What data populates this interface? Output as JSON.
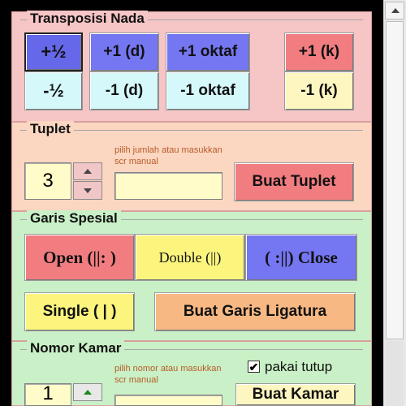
{
  "transposisi": {
    "title": "Transposisi Nada",
    "up_half": "+½",
    "up_whole": "+1 (d)",
    "up_octave": "+1 oktaf",
    "up_k": "+1 (k)",
    "down_half": "-½",
    "down_whole": "-1 (d)",
    "down_octave": "-1 oktaf",
    "down_k": "-1 (k)"
  },
  "tuplet": {
    "title": "Tuplet",
    "value": "3",
    "hint": "pilih jumlah atau masukkan scr manual",
    "manual_value": "",
    "create_button": "Buat Tuplet"
  },
  "garis": {
    "title": "Garis Spesial",
    "open": "Open (||: )",
    "double": "Double (||)",
    "close": "( :||) Close",
    "single": "Single ( | )",
    "ligatura": "Buat Garis Ligatura"
  },
  "kamar": {
    "title": "Nomor Kamar",
    "hint": "pilih nomor atau masukkan scr manual",
    "value": "1",
    "checkbox_label": "pakai tutup",
    "checkbox_checked": true,
    "create_button": "Buat Kamar"
  },
  "colors": {
    "pink_section": "#f6c5c6",
    "peach_section": "#fbd6c1",
    "green_section": "#c9f0c6",
    "purple_button": "#7577f2",
    "cyan_button": "#d5f8fb",
    "salmon_button": "#f17d80",
    "yellow_button": "#fbf57e",
    "orange_button": "#f7b883"
  }
}
